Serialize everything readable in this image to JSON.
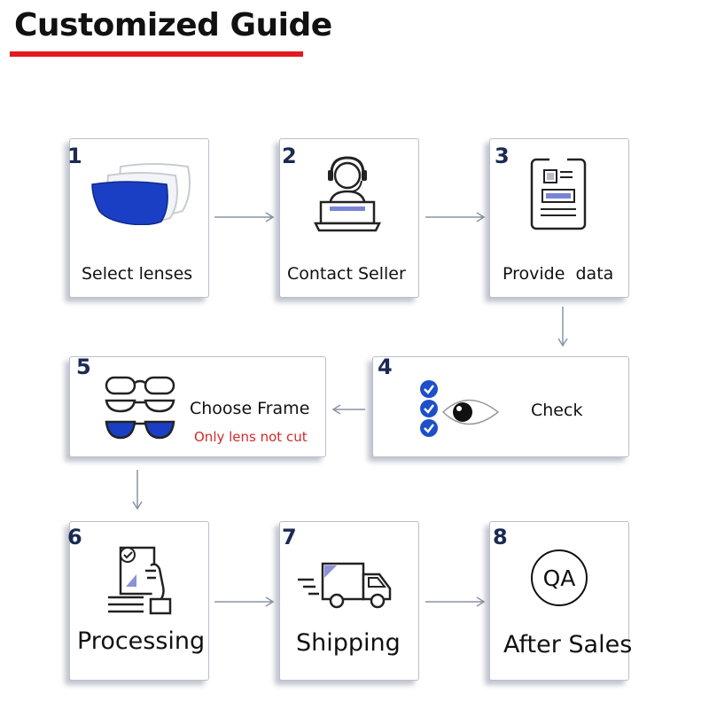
{
  "title": "Customized Guide",
  "steps": [
    {
      "number": "1",
      "label": "Select lenses",
      "icon": "lenses-icon"
    },
    {
      "number": "2",
      "label": "Contact Seller",
      "icon": "customer-service-icon"
    },
    {
      "number": "3",
      "label": "Provide  data",
      "icon": "document-form-icon"
    },
    {
      "number": "4",
      "label": "Check",
      "icon": "eye-check-icon"
    },
    {
      "number": "5",
      "label": "Choose Frame",
      "sublabel": "Only lens not cut",
      "icon": "glasses-frames-icon"
    },
    {
      "number": "6",
      "label": "Processing",
      "icon": "hand-clipboard-icon"
    },
    {
      "number": "7",
      "label": "Shipping",
      "icon": "delivery-truck-icon"
    },
    {
      "number": "8",
      "label": "After Sales",
      "badge": "QA",
      "icon": "qa-circle-icon"
    }
  ],
  "colors": {
    "accent_red": "#e3191f",
    "number_navy": "#1b2a52",
    "lens_blue": "#1a3fc4",
    "check_blue": "#1e4fc9",
    "arrow_gray": "#8a93a6"
  }
}
